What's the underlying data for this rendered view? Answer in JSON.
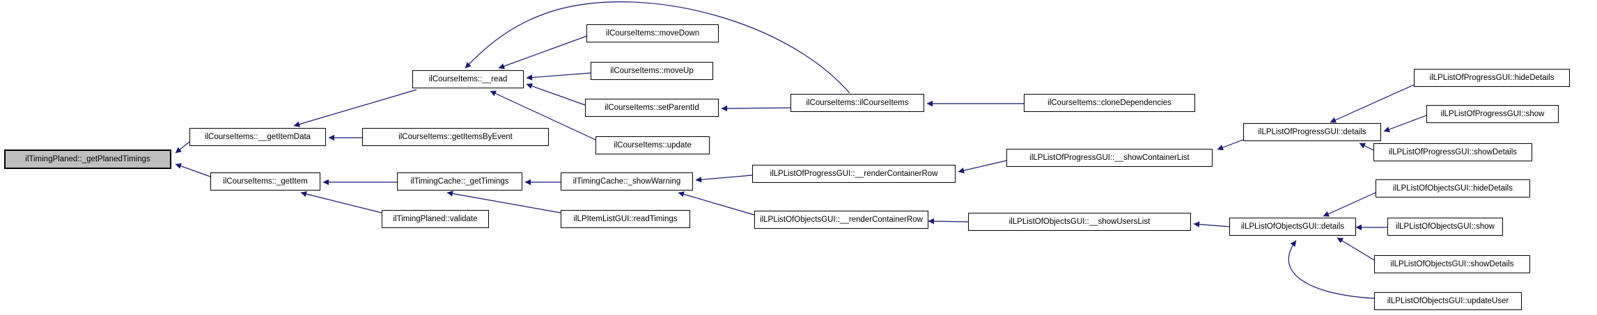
{
  "diagram": {
    "kind": "doxygen-caller-graph",
    "highlighted_node": "ilTimingPlaned::_getPlanedTimings",
    "colors": {
      "edge": "#191970",
      "node_fill": "#ffffff",
      "node_border": "#000000",
      "highlight_fill": "#bfbfbf"
    },
    "nodes": [
      {
        "id": "getPlanedTimings",
        "label": "ilTimingPlaned::_getPlanedTimings",
        "highlighted": true
      },
      {
        "id": "getItemData",
        "label": "ilCourseItems::__getItemData",
        "highlighted": false
      },
      {
        "id": "getItemsByEvent",
        "label": "ilCourseItems::getItemsByEvent",
        "highlighted": false
      },
      {
        "id": "read",
        "label": "ilCourseItems::__read",
        "highlighted": false
      },
      {
        "id": "moveDown",
        "label": "ilCourseItems::moveDown",
        "highlighted": false
      },
      {
        "id": "moveUp",
        "label": "ilCourseItems::moveUp",
        "highlighted": false
      },
      {
        "id": "setParentId",
        "label": "ilCourseItems::setParentId",
        "highlighted": false
      },
      {
        "id": "update",
        "label": "ilCourseItems::update",
        "highlighted": false
      },
      {
        "id": "ilCourseItems",
        "label": "ilCourseItems::ilCourseItems",
        "highlighted": false
      },
      {
        "id": "cloneDependencies",
        "label": "ilCourseItems::cloneDependencies",
        "highlighted": false
      },
      {
        "id": "getItem",
        "label": "ilCourseItems::_getItem",
        "highlighted": false
      },
      {
        "id": "getTimings",
        "label": "ilTimingCache::_getTimings",
        "highlighted": false
      },
      {
        "id": "validate",
        "label": "ilTimingPlaned::validate",
        "highlighted": false
      },
      {
        "id": "showWarning",
        "label": "ilTimingCache::_showWarning",
        "highlighted": false
      },
      {
        "id": "readTimings",
        "label": "ilLPItemListGUI::readTimings",
        "highlighted": false
      },
      {
        "id": "renderContainerRowProgress",
        "label": "ilLPListOfProgressGUI::__renderContainerRow",
        "highlighted": false
      },
      {
        "id": "showContainerList",
        "label": "ilLPListOfProgressGUI::__showContainerList",
        "highlighted": false
      },
      {
        "id": "renderContainerRowObjects",
        "label": "ilLPListOfObjectsGUI::__renderContainerRow",
        "highlighted": false
      },
      {
        "id": "showUsersList",
        "label": "ilLPListOfObjectsGUI::__showUsersList",
        "highlighted": false
      },
      {
        "id": "detailsProgress",
        "label": "ilLPListOfProgressGUI::details",
        "highlighted": false
      },
      {
        "id": "hideDetailsProgress",
        "label": "ilLPListOfProgressGUI::hideDetails",
        "highlighted": false
      },
      {
        "id": "showProgress",
        "label": "ilLPListOfProgressGUI::show",
        "highlighted": false
      },
      {
        "id": "showDetailsProgress",
        "label": "ilLPListOfProgressGUI::showDetails",
        "highlighted": false
      },
      {
        "id": "hideDetailsObjects",
        "label": "ilLPListOfObjectsGUI::hideDetails",
        "highlighted": false
      },
      {
        "id": "detailsObjects",
        "label": "ilLPListOfObjectsGUI::details",
        "highlighted": false
      },
      {
        "id": "showObjects",
        "label": "ilLPListOfObjectsGUI::show",
        "highlighted": false
      },
      {
        "id": "showDetailsObjects",
        "label": "ilLPListOfObjectsGUI::showDetails",
        "highlighted": false
      },
      {
        "id": "updateUser",
        "label": "ilLPListOfObjectsGUI::updateUser",
        "highlighted": false
      }
    ],
    "edges": [
      {
        "from": "ilCourseItems::__getItemData",
        "to": "ilTimingPlaned::_getPlanedTimings"
      },
      {
        "from": "ilCourseItems::_getItem",
        "to": "ilTimingPlaned::_getPlanedTimings"
      },
      {
        "from": "ilCourseItems::__read",
        "to": "ilCourseItems::__getItemData"
      },
      {
        "from": "ilCourseItems::getItemsByEvent",
        "to": "ilCourseItems::__getItemData"
      },
      {
        "from": "ilCourseItems::moveDown",
        "to": "ilCourseItems::__read"
      },
      {
        "from": "ilCourseItems::moveUp",
        "to": "ilCourseItems::__read"
      },
      {
        "from": "ilCourseItems::setParentId",
        "to": "ilCourseItems::__read"
      },
      {
        "from": "ilCourseItems::update",
        "to": "ilCourseItems::__read"
      },
      {
        "from": "ilCourseItems::ilCourseItems",
        "to": "ilCourseItems::__read"
      },
      {
        "from": "ilCourseItems::cloneDependencies",
        "to": "ilCourseItems::ilCourseItems"
      },
      {
        "from": "ilCourseItems::ilCourseItems",
        "to": "ilCourseItems::setParentId"
      },
      {
        "from": "ilTimingCache::_getTimings",
        "to": "ilCourseItems::_getItem"
      },
      {
        "from": "ilTimingPlaned::validate",
        "to": "ilCourseItems::_getItem"
      },
      {
        "from": "ilTimingCache::_showWarning",
        "to": "ilTimingCache::_getTimings"
      },
      {
        "from": "ilLPItemListGUI::readTimings",
        "to": "ilTimingCache::_getTimings"
      },
      {
        "from": "ilLPListOfProgressGUI::__renderContainerRow",
        "to": "ilTimingCache::_showWarning"
      },
      {
        "from": "ilLPListOfObjectsGUI::__renderContainerRow",
        "to": "ilTimingCache::_showWarning"
      },
      {
        "from": "ilLPListOfProgressGUI::__showContainerList",
        "to": "ilLPListOfProgressGUI::__renderContainerRow"
      },
      {
        "from": "ilLPListOfProgressGUI::details",
        "to": "ilLPListOfProgressGUI::__showContainerList"
      },
      {
        "from": "ilLPListOfProgressGUI::hideDetails",
        "to": "ilLPListOfProgressGUI::details"
      },
      {
        "from": "ilLPListOfProgressGUI::show",
        "to": "ilLPListOfProgressGUI::details"
      },
      {
        "from": "ilLPListOfProgressGUI::showDetails",
        "to": "ilLPListOfProgressGUI::details"
      },
      {
        "from": "ilLPListOfObjectsGUI::__showUsersList",
        "to": "ilLPListOfObjectsGUI::__renderContainerRow"
      },
      {
        "from": "ilLPListOfObjectsGUI::details",
        "to": "ilLPListOfObjectsGUI::__showUsersList"
      },
      {
        "from": "ilLPListOfObjectsGUI::hideDetails",
        "to": "ilLPListOfObjectsGUI::details"
      },
      {
        "from": "ilLPListOfObjectsGUI::show",
        "to": "ilLPListOfObjectsGUI::details"
      },
      {
        "from": "ilLPListOfObjectsGUI::showDetails",
        "to": "ilLPListOfObjectsGUI::details"
      },
      {
        "from": "ilLPListOfObjectsGUI::updateUser",
        "to": "ilLPListOfObjectsGUI::details"
      }
    ]
  }
}
